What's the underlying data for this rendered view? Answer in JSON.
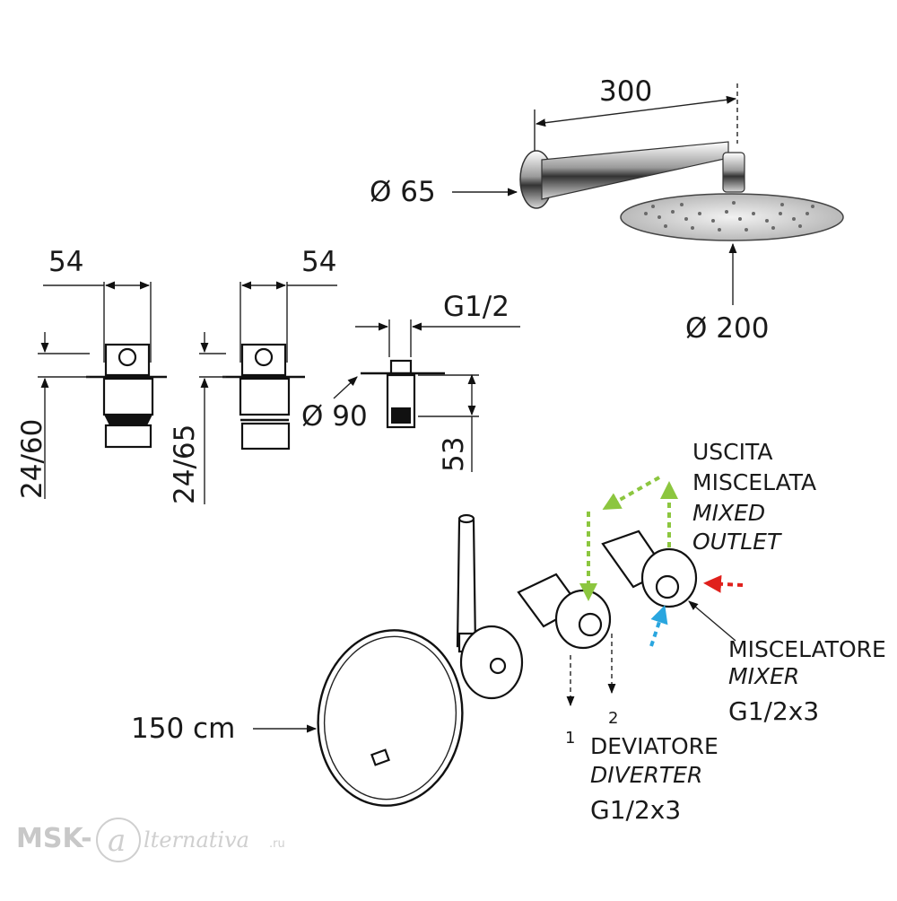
{
  "dimensions": {
    "arm_length": "300",
    "arm_diameter": "Ø 65",
    "head_diameter": "Ø 200",
    "mixer_width": "54",
    "diverter_width": "54",
    "mixer_depth": "24/60",
    "diverter_depth": "24/65",
    "thread": "G1/2",
    "plate_diameter": "Ø 90",
    "outlet_depth": "53",
    "hose_length": "150 cm"
  },
  "labels": {
    "mixed_outlet_it_1": "USCITA",
    "mixed_outlet_it_2": "MISCELATA",
    "mixed_outlet_en_1": "MIXED",
    "mixed_outlet_en_2": "OUTLET",
    "mixer_it": "MISCELATORE",
    "mixer_en": "MIXER",
    "mixer_thread": "G1/2x3",
    "diverter_it": "DEVIATORE",
    "diverter_en": "DIVERTER",
    "diverter_thread": "G1/2x3",
    "outlet_1": "1",
    "outlet_2": "2"
  },
  "watermark": {
    "left": "MSK-",
    "right": "lternativa",
    "suffix": ".ru"
  },
  "colors": {
    "line": "#222222",
    "hot_arrow": "#e0201c",
    "cold_arrow": "#2aa6df",
    "mixed_arrow": "#8cc63f",
    "watermark": "#c8c8c8"
  }
}
